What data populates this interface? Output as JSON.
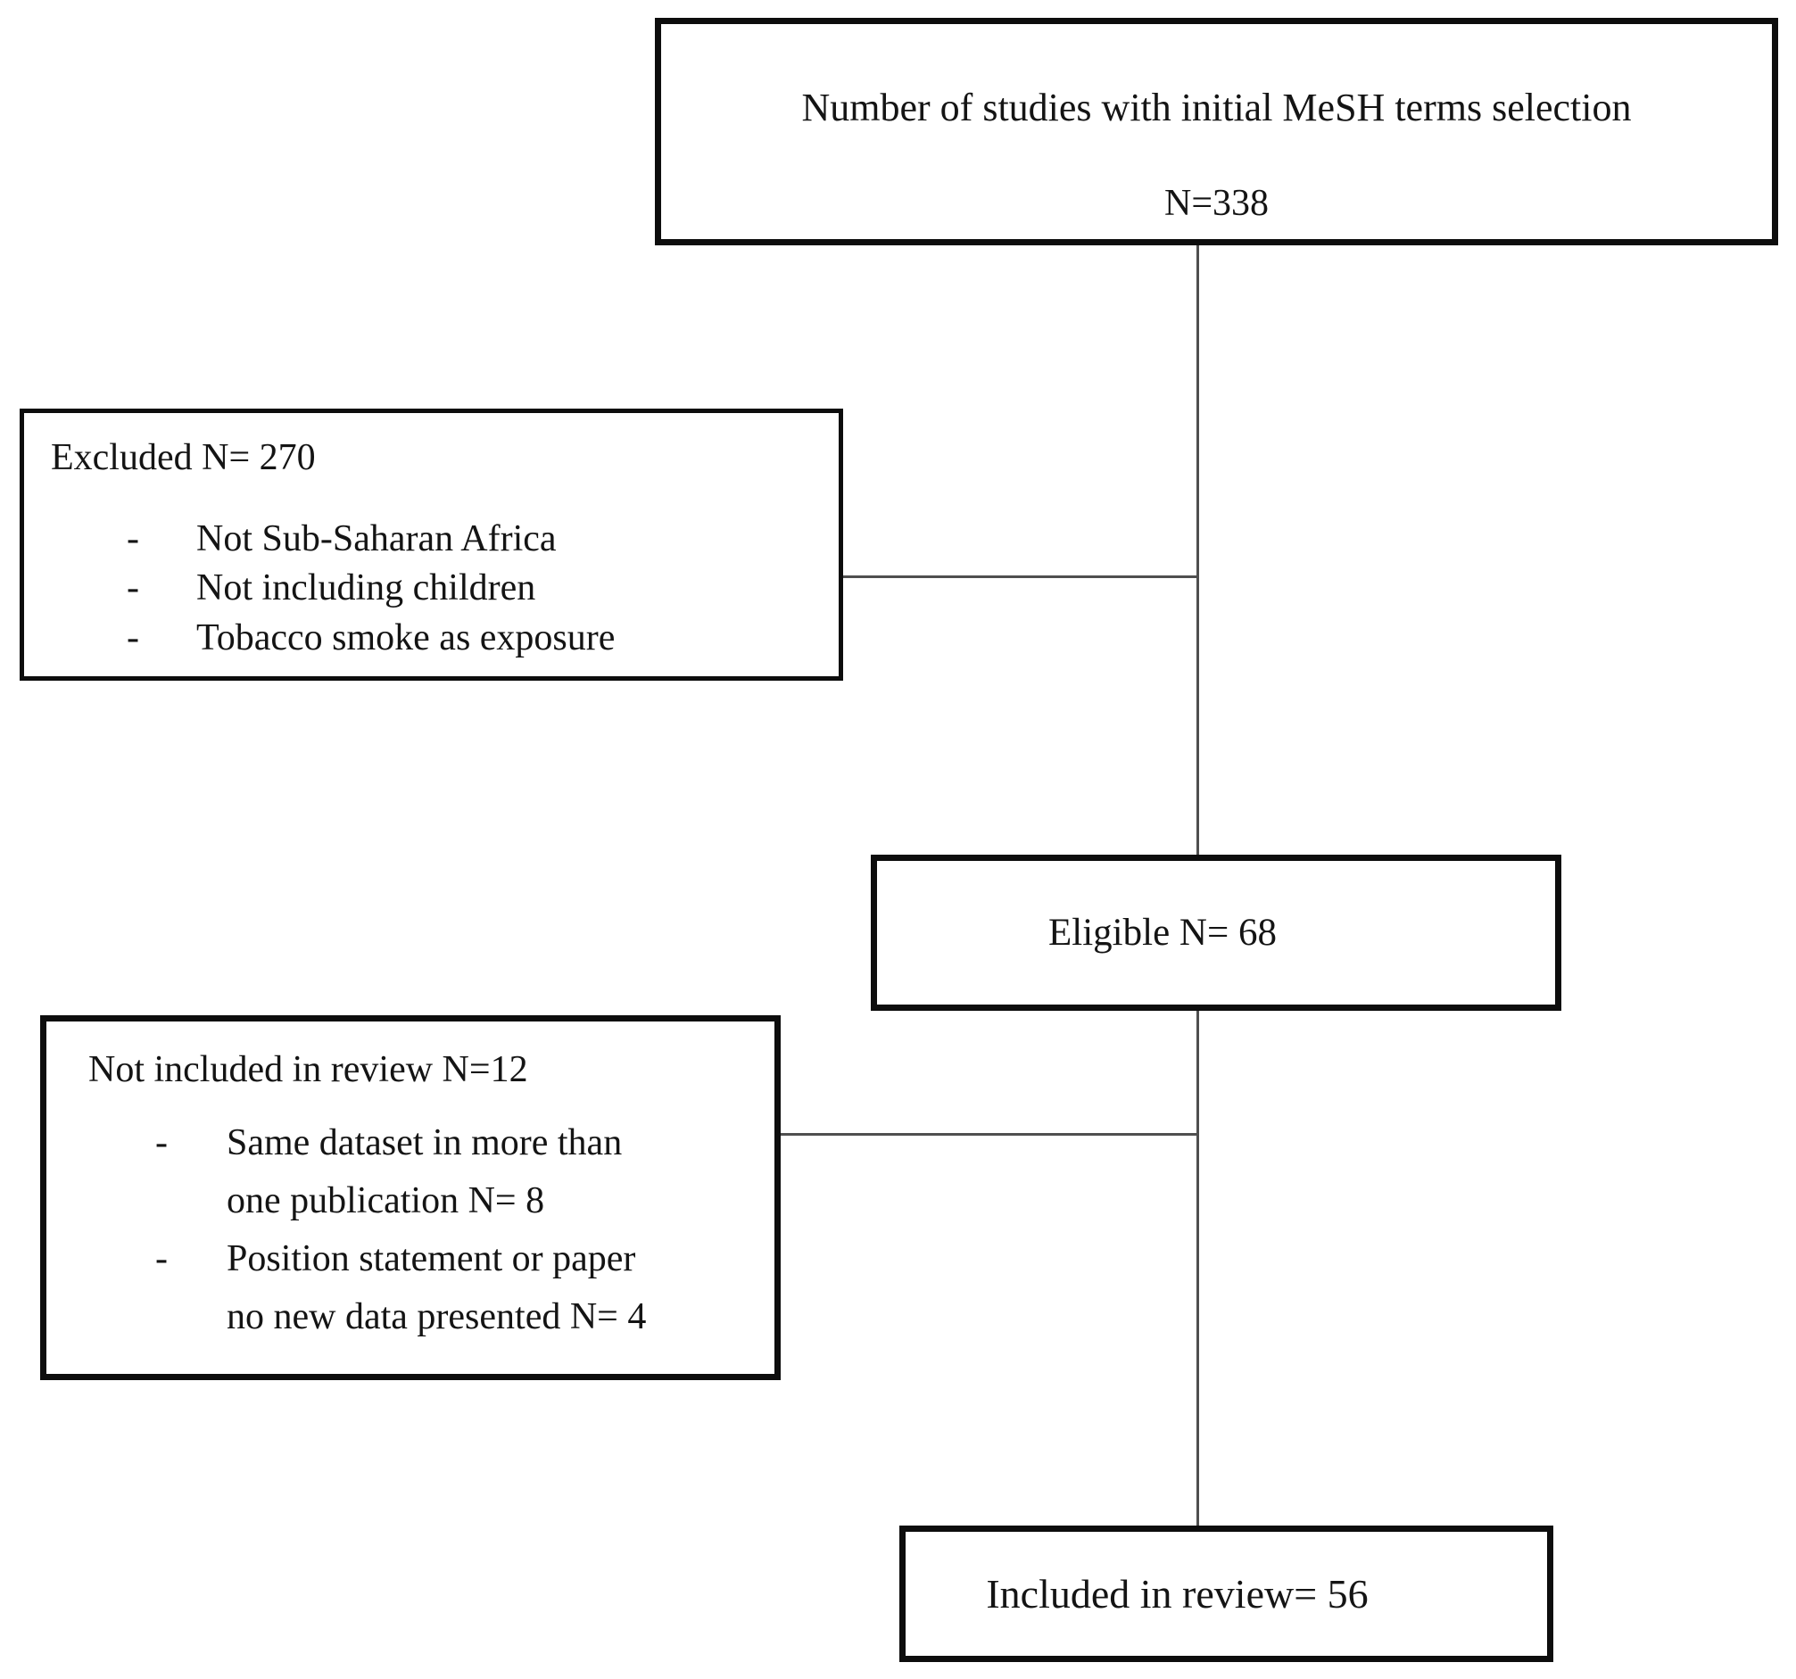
{
  "flowchart": {
    "bullet_glyph": "-",
    "initial": {
      "title": "Number of studies with initial MeSH terms selection",
      "count": "N=338"
    },
    "excluded": {
      "title": "Excluded N= 270",
      "items": [
        "Not Sub-Saharan Africa",
        "Not including children",
        "Tobacco smoke as exposure"
      ]
    },
    "eligible": {
      "label": "Eligible N= 68"
    },
    "not_included": {
      "title": "Not included in review N=12",
      "items": [
        {
          "lines": [
            "Same dataset in more than",
            "one publication N= 8"
          ]
        },
        {
          "lines": [
            "Position statement or paper",
            "no new data presented N= 4"
          ]
        }
      ]
    },
    "included": {
      "label": "Included in review= 56"
    },
    "colors": {
      "box_border": "#0d0d0d",
      "connector_line": "#4f4f4f",
      "text": "#141414",
      "background": "#ffffff"
    }
  }
}
